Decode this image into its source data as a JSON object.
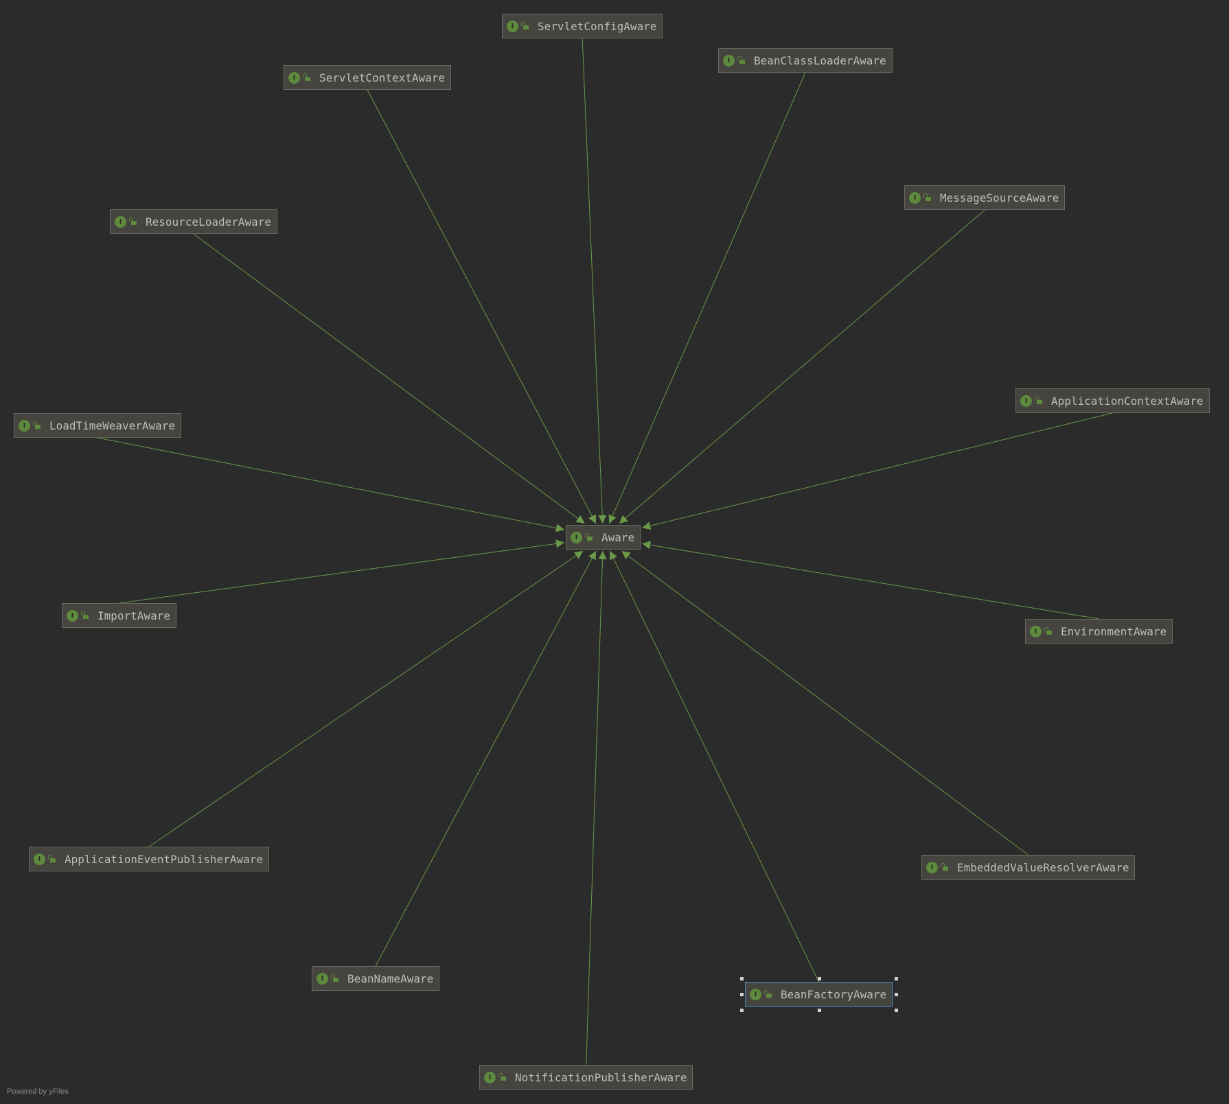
{
  "diagram": {
    "center": {
      "id": "aware",
      "label": "Aware"
    },
    "nodes": [
      {
        "id": "servlet-config-aware",
        "label": "ServletConfigAware"
      },
      {
        "id": "servlet-context-aware",
        "label": "ServletContextAware"
      },
      {
        "id": "bean-class-loader-aware",
        "label": "BeanClassLoaderAware"
      },
      {
        "id": "message-source-aware",
        "label": "MessageSourceAware"
      },
      {
        "id": "resource-loader-aware",
        "label": "ResourceLoaderAware"
      },
      {
        "id": "application-context-aware",
        "label": "ApplicationContextAware"
      },
      {
        "id": "load-time-weaver-aware",
        "label": "LoadTimeWeaverAware"
      },
      {
        "id": "import-aware",
        "label": "ImportAware"
      },
      {
        "id": "environment-aware",
        "label": "EnvironmentAware"
      },
      {
        "id": "application-event-publisher-aware",
        "label": "ApplicationEventPublisherAware"
      },
      {
        "id": "embedded-value-resolver-aware",
        "label": "EmbeddedValueResolverAware"
      },
      {
        "id": "bean-name-aware",
        "label": "BeanNameAware"
      },
      {
        "id": "bean-factory-aware",
        "label": "BeanFactoryAware",
        "selected": true
      },
      {
        "id": "notification-publisher-aware",
        "label": "NotificationPublisherAware"
      }
    ],
    "edge_color": "#6a9a48",
    "icon_color": "#5d8a3c",
    "icons": {
      "interface": "interface-icon",
      "visibility": "public-lock-icon"
    },
    "interface_icon_letter": "I"
  },
  "footer": {
    "text": "Powered by yFiles"
  }
}
